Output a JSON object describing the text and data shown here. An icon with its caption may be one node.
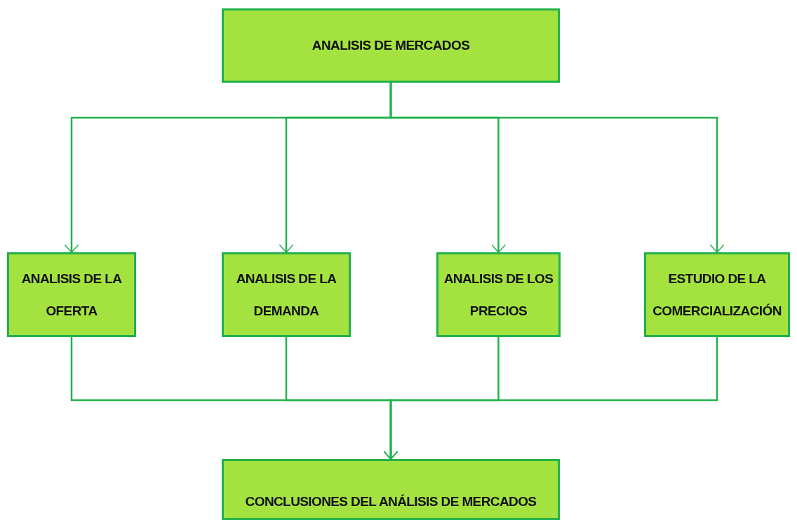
{
  "diagram": {
    "nodes": [
      {
        "text": [
          "ANALISIS DE MERCADOS"
        ]
      },
      {
        "text": [
          "ANALISIS DE LA OFERTA"
        ]
      },
      {
        "text": [
          "ANALISIS DE LA DEMANDA"
        ]
      },
      {
        "text": [
          "ANALISIS DE LOS PRECIOS"
        ]
      },
      {
        "text": [
          "ESTUDIO DE LA COMERCIALIZACIÓN"
        ]
      },
      {
        "text": [
          "CONCLUSIONES DEL ANÁLISIS DE MERCADOS"
        ]
      }
    ],
    "edges": [
      {
        "from": 0,
        "to": 1,
        "arrow": "to"
      },
      {
        "from": 0,
        "to": 2,
        "arrow": "to"
      },
      {
        "from": 0,
        "to": 3,
        "arrow": "to"
      },
      {
        "from": 0,
        "to": 4,
        "arrow": "to"
      },
      {
        "from": 1,
        "to": 5,
        "arrow": "to"
      },
      {
        "from": 2,
        "to": 5,
        "arrow": "to"
      },
      {
        "from": 3,
        "to": 5,
        "arrow": "to"
      },
      {
        "from": 4,
        "to": 5,
        "arrow": "to"
      }
    ]
  }
}
